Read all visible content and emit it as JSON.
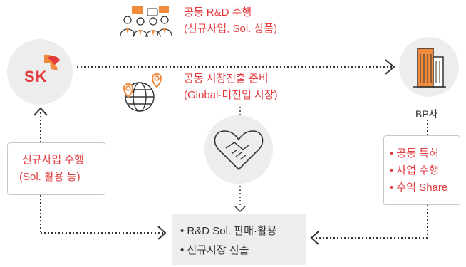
{
  "sk": {
    "logo_text": "SK"
  },
  "bp": {
    "label": "BP사"
  },
  "rd": {
    "line1": "공동 R&D 수행",
    "line2": "(신규사업, Sol. 상품)"
  },
  "market": {
    "line1": "공동 시장진출 준비",
    "line2": "(Global·미진입 시장)"
  },
  "left_box": {
    "line1": "신규사업 수행",
    "line2": "(Sol. 활용 등)"
  },
  "right_box": {
    "items": [
      "• 공동 특허",
      "• 사업 수행",
      "• 수익 Share"
    ]
  },
  "bottom_box": {
    "items": [
      "• R&D Sol. 판매·활용",
      "• 신규시장 진출"
    ]
  },
  "colors": {
    "accent": "#e5393c",
    "gray": "#ededed",
    "orange": "#f08a3c"
  }
}
